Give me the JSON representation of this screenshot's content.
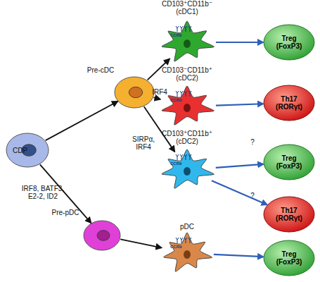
{
  "diagram": {
    "nodes": [
      {
        "text": [
          "CDP"
        ]
      },
      {
        "text": [
          "Pre-cDC"
        ]
      },
      {
        "text": [
          "CD103⁺CD11b⁻ (cDC1)",
          "CCR9"
        ]
      },
      {
        "text": [
          "Treg (FoxP3)"
        ]
      },
      {
        "text": [
          "CD103⁻CD11b⁺ (cDC2)",
          "CCR9"
        ]
      },
      {
        "text": [
          "Th17 (RORγt)"
        ]
      },
      {
        "text": [
          "CD103⁺CD11b⁺ (cDC2)",
          "CCR9"
        ]
      },
      {
        "text": [
          "Treg (FoxP3)"
        ]
      },
      {
        "text": [
          "Th17 (RORγt)"
        ]
      },
      {
        "text": [
          "Pre-pDC"
        ]
      },
      {
        "text": [
          "pDC",
          "CCR9"
        ]
      },
      {
        "text": [
          "Treg (FoxP3)"
        ]
      }
    ],
    "edges": [
      {
        "from": 0,
        "to": 1,
        "arrow": "to"
      },
      {
        "from": 0,
        "to": 9,
        "arrow": "to",
        "label": "IRF8, BATF3, E2-2, ID2"
      },
      {
        "from": 1,
        "to": 2,
        "arrow": "to"
      },
      {
        "from": 1,
        "to": 4,
        "arrow": "to",
        "label": "IRF4"
      },
      {
        "from": 1,
        "to": 6,
        "arrow": "to",
        "label": "SIRPα, IRF4"
      },
      {
        "from": 2,
        "to": 3,
        "arrow": "to"
      },
      {
        "from": 4,
        "to": 5,
        "arrow": "to"
      },
      {
        "from": 6,
        "to": 7,
        "arrow": "to",
        "label": "?"
      },
      {
        "from": 6,
        "to": 8,
        "arrow": "to",
        "label": "?"
      },
      {
        "from": 9,
        "to": 10,
        "arrow": "to"
      },
      {
        "from": 10,
        "to": 11,
        "arrow": "to"
      }
    ]
  }
}
